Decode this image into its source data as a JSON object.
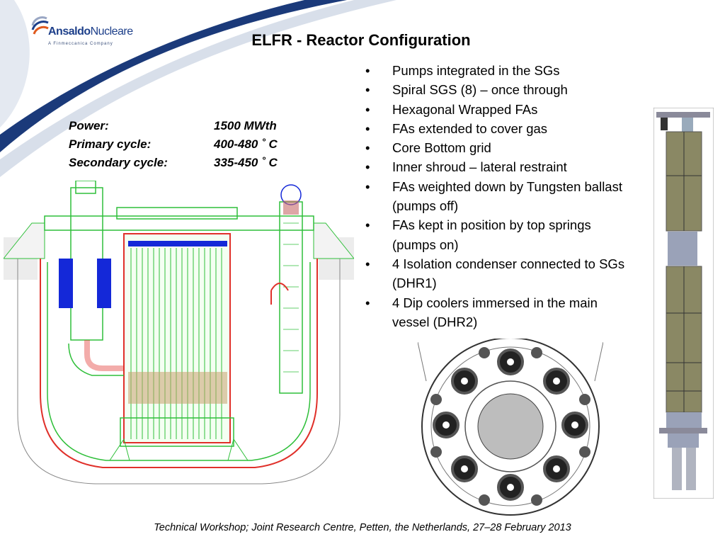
{
  "header": {
    "logo_text_bold": "Ansaldo",
    "logo_text_light": "Nucleare",
    "logo_tagline": "A Finmeccanica Company",
    "title": "ELFR - Reactor Configuration"
  },
  "specs": [
    {
      "label": "Power:",
      "value": "1500 MWth"
    },
    {
      "label": "Primary cycle:",
      "value": "400-480 ˚ C"
    },
    {
      "label": "Secondary cycle:",
      "value": "335-450 ˚ C"
    }
  ],
  "bullets": [
    "Pumps integrated in the SGs",
    "Spiral SGS (8) – once through",
    "Hexagonal Wrapped FAs",
    "FAs extended to cover gas",
    "Core Bottom grid",
    "Inner shroud – lateral restraint",
    "FAs weighted down by Tungsten ballast (pumps off)",
    "FAs kept in position by top springs (pumps on)",
    "4 Isolation condenser connected to SGs (DHR1)",
    "4 Dip coolers immersed in the main vessel  (DHR2)"
  ],
  "bullet_symbol": "•",
  "footer": "Technical Workshop; Joint Research Centre, Petten, the Netherlands, 27–28 February 2013",
  "colors": {
    "swoosh_dark": "#1b3a7a",
    "swoosh_light": "#dce3ee",
    "drawing_green": "#2fbf3a",
    "drawing_red": "#e0302a",
    "drawing_blue": "#1428d8"
  }
}
